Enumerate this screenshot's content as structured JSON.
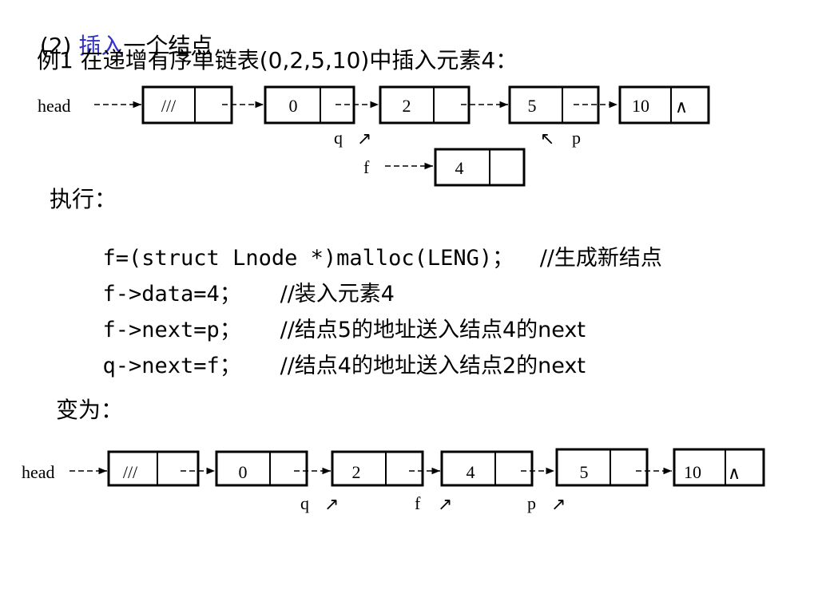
{
  "heading": {
    "number": "(2) ",
    "highlight": "插入",
    "rest": "一个结点"
  },
  "example": "例1 在递增有序单链表(0,2,5,10)中插入元素4：",
  "before_list": {
    "head_label": "head",
    "nodes": [
      "///",
      "0",
      "2",
      "5",
      "10"
    ],
    "null_symbol": "∧",
    "q_label": "q",
    "p_label": "p",
    "q_arrow": "↗",
    "p_arrow": "↖",
    "new_node_label": "f",
    "new_node_value": "4"
  },
  "exec_label": "执行：",
  "code_lines": [
    {
      "code": "f=(struct Lnode *)malloc(LENG)；  ",
      "comment": "//生成新结点"
    },
    {
      "code": "f->data=4；   ",
      "comment": "//装入元素4"
    },
    {
      "code": "f->next=p；   ",
      "comment": "//结点5的地址送入结点4的next"
    },
    {
      "code": "q->next=f；   ",
      "comment": "//结点4的地址送入结点2的next"
    }
  ],
  "becomes_label": "变为：",
  "after_list": {
    "head_label": "head",
    "nodes": [
      "///",
      "0",
      "2",
      "4",
      "5",
      "10"
    ],
    "null_symbol": "∧",
    "pointer_labels": [
      "q",
      "f",
      "p"
    ],
    "pointer_arrow": "↗"
  }
}
